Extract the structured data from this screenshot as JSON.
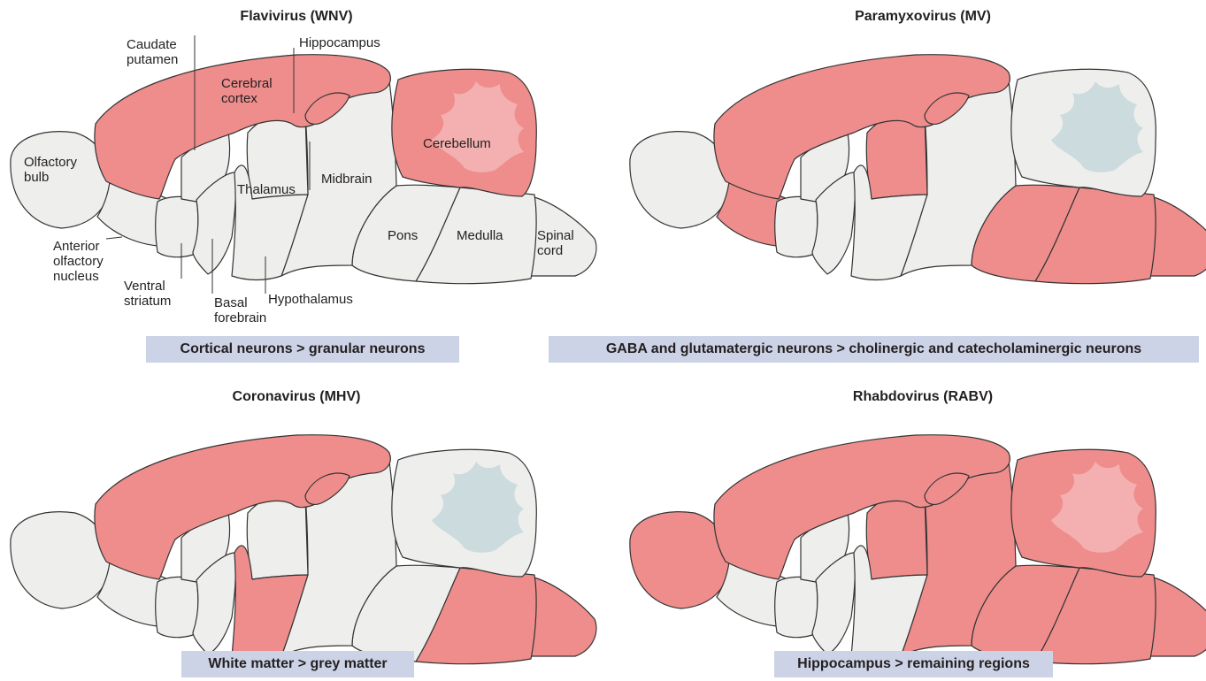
{
  "panels": [
    {
      "title": "Flavivirus (WNV)",
      "caption": "Cortical neurons > granular neurons"
    },
    {
      "title": "Paramyxovirus (MV)",
      "caption": "GABA and glutamatergic neurons > cholinergic and catecholaminergic neurons"
    },
    {
      "title": "Coronavirus (MHV)",
      "caption": "White matter > grey matter"
    },
    {
      "title": "Rhabdovirus (RABV)",
      "caption": "Hippocampus > remaining regions"
    }
  ],
  "labels": {
    "olfactory_bulb": "Olfactory\nbulb",
    "anterior_olfactory_nucleus": "Anterior\nolfactory\nnucleus",
    "ventral_striatum": "Ventral\nstriatum",
    "basal_forebrain": "Basal\nforebrain",
    "hypothalamus": "Hypothalamus",
    "thalamus": "Thalamus",
    "caudate_putamen": "Caudate\nputamen",
    "cerebral_cortex": "Cerebral\ncortex",
    "hippocampus": "Hippocampus",
    "midbrain": "Midbrain",
    "cerebellum": "Cerebellum",
    "pons": "Pons",
    "medulla": "Medulla",
    "spinal_cord": "Spinal\ncord"
  },
  "colors": {
    "infected": "#ef8d8d",
    "uninfected": "#eeeeec",
    "white_matter": "#c7d8dd",
    "outline": "#333333",
    "caption_bg": "#cdd3e6"
  },
  "highlight": {
    "flavivirus": [
      "cerebral-cortex",
      "hippocampus",
      "cerebellum"
    ],
    "paramyxovirus": [
      "cerebral-cortex",
      "hippocampus",
      "anterior-olfactory-nucleus",
      "thalamus-upper",
      "pons",
      "medulla",
      "spinal-cord"
    ],
    "coronavirus": [
      "cerebral-cortex",
      "hippocampus",
      "thalamus-lower",
      "medulla",
      "spinal-cord"
    ],
    "rhabdovirus": [
      "cerebral-cortex",
      "hippocampus",
      "olfactory-bulb",
      "thalamus-upper",
      "midbrain",
      "pons",
      "medulla",
      "spinal-cord",
      "cerebellum"
    ]
  }
}
